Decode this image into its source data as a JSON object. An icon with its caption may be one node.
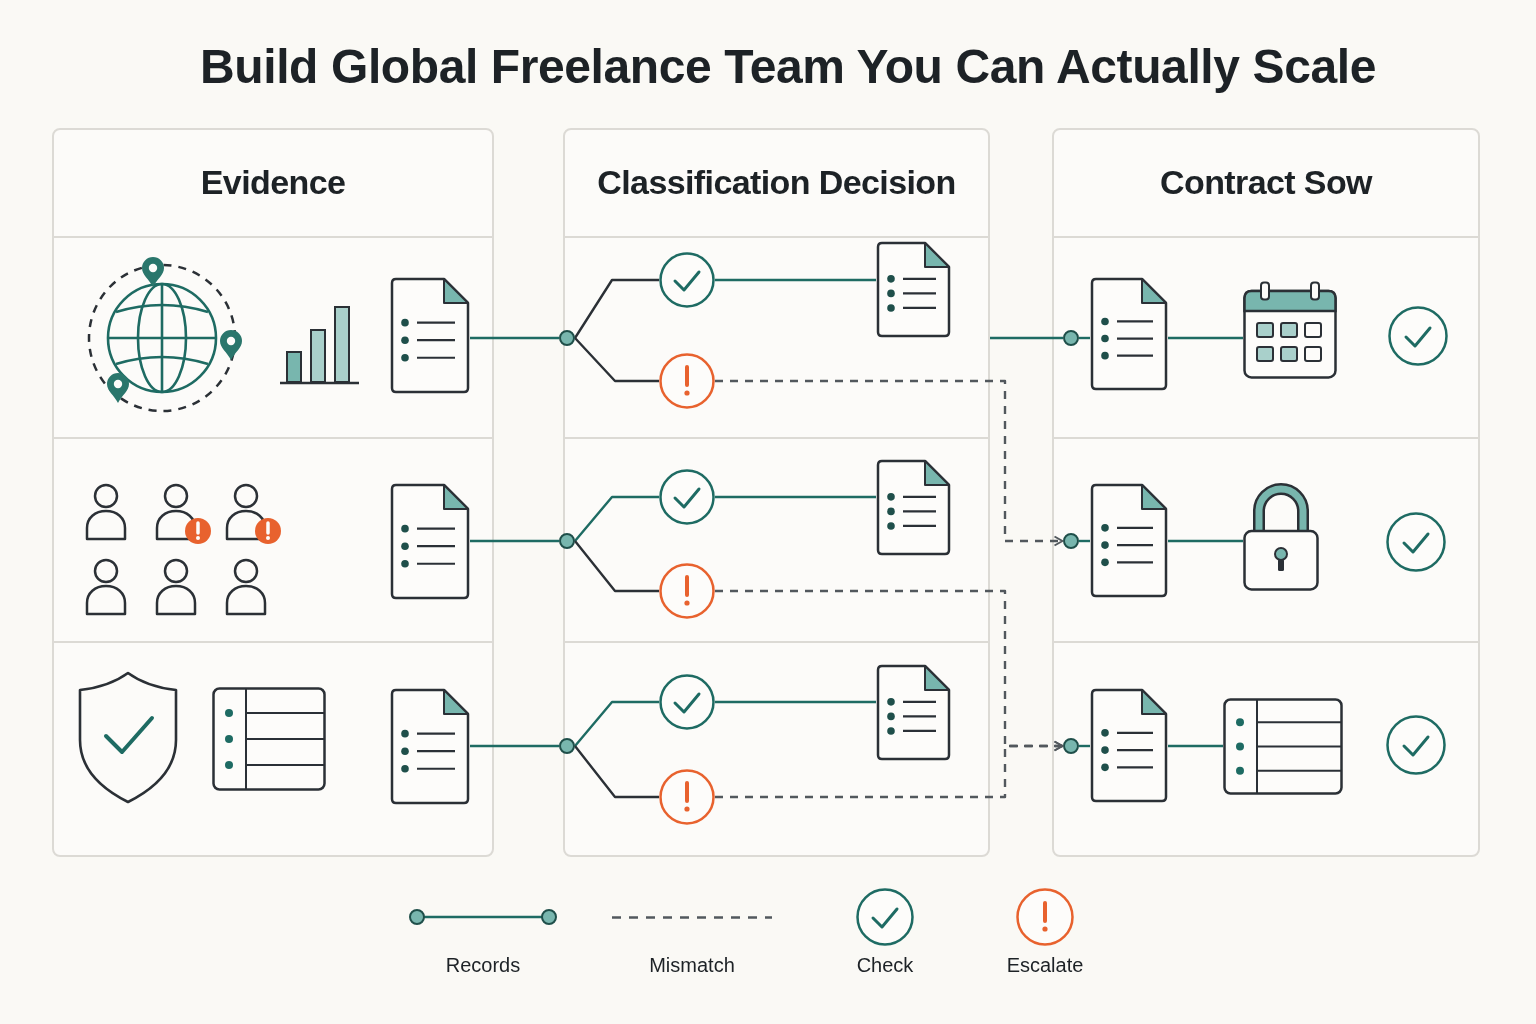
{
  "diagram": {
    "title": "Build Global Freelance Team You Can Actually Scale",
    "nodes": [
      {
        "text": [
          "Evidence"
        ]
      },
      {
        "text": [
          "Classification Decision"
        ]
      },
      {
        "text": [
          "Contract Sow"
        ]
      },
      {
        "text": [],
        "shape": "document",
        "in": 0
      },
      {
        "text": [],
        "shape": "circle"
      },
      {
        "text": [],
        "shape": "circle",
        "in": 1
      },
      {
        "text": [],
        "shape": "document",
        "in": 1
      },
      {
        "text": [],
        "shape": "circle",
        "in": 1
      },
      {
        "text": [],
        "shape": "circle",
        "in": 2
      },
      {
        "text": [],
        "shape": "document",
        "in": 2
      },
      {
        "text": [],
        "shape": "picture",
        "in": 2
      },
      {
        "text": [],
        "shape": "document",
        "in": 0
      },
      {
        "text": [],
        "shape": "circle"
      },
      {
        "text": [],
        "shape": "circle",
        "in": 1
      },
      {
        "text": [],
        "shape": "document",
        "in": 1
      },
      {
        "text": [],
        "shape": "circle",
        "in": 1
      },
      {
        "text": [],
        "shape": "circle",
        "in": 2
      },
      {
        "text": [],
        "shape": "document",
        "in": 2
      },
      {
        "text": [],
        "shape": "picture",
        "in": 2
      },
      {
        "text": [],
        "shape": "document",
        "in": 0
      },
      {
        "text": [],
        "shape": "circle"
      },
      {
        "text": [],
        "shape": "circle",
        "in": 1
      },
      {
        "text": [],
        "shape": "document",
        "in": 1
      },
      {
        "text": [],
        "shape": "circle",
        "in": 1
      },
      {
        "text": [],
        "shape": "circle",
        "in": 2
      },
      {
        "text": [],
        "shape": "document",
        "in": 2
      },
      {
        "text": [],
        "shape": "picture",
        "in": 2
      }
    ],
    "edges": [
      {
        "from": 3,
        "to": 4,
        "arrow": "none"
      },
      {
        "from": 4,
        "to": 5,
        "arrow": "none",
        "color": "#2b3036"
      },
      {
        "from": 4,
        "to": 7,
        "arrow": "none",
        "color": "#2b3036"
      },
      {
        "from": 5,
        "to": 6,
        "arrow": "none"
      },
      {
        "from": 1,
        "to": 8,
        "arrow": "none"
      },
      {
        "from": 8,
        "to": 9,
        "arrow": "none"
      },
      {
        "from": 9,
        "to": 10,
        "arrow": "none"
      },
      {
        "from": 7,
        "to": 16,
        "arrow": "to",
        "style": "dashed",
        "color": "#52585d"
      },
      {
        "from": 11,
        "to": 12,
        "arrow": "none"
      },
      {
        "from": 12,
        "to": 13,
        "arrow": "none"
      },
      {
        "from": 12,
        "to": 15,
        "arrow": "none",
        "color": "#2b3036"
      },
      {
        "from": 13,
        "to": 14,
        "arrow": "none"
      },
      {
        "from": 16,
        "to": 17,
        "arrow": "none"
      },
      {
        "from": 17,
        "to": 18,
        "arrow": "none"
      },
      {
        "from": 15,
        "to": 24,
        "arrow": "to",
        "style": "dashed",
        "color": "#52585d"
      },
      {
        "from": 19,
        "to": 20,
        "arrow": "none"
      },
      {
        "from": 20,
        "to": 21,
        "arrow": "none"
      },
      {
        "from": 20,
        "to": 23,
        "arrow": "none",
        "color": "#2b3036"
      },
      {
        "from": 21,
        "to": 22,
        "arrow": "none"
      },
      {
        "from": 23,
        "to": 24,
        "arrow": "to",
        "style": "dashed",
        "color": "#52585d"
      },
      {
        "from": 24,
        "to": 25,
        "arrow": "none"
      },
      {
        "from": 25,
        "to": 26,
        "arrow": "none"
      }
    ],
    "legend": [
      {
        "text": "Records"
      },
      {
        "text": "Mismatch"
      },
      {
        "text": "Check"
      },
      {
        "text": "Escalate"
      }
    ]
  }
}
